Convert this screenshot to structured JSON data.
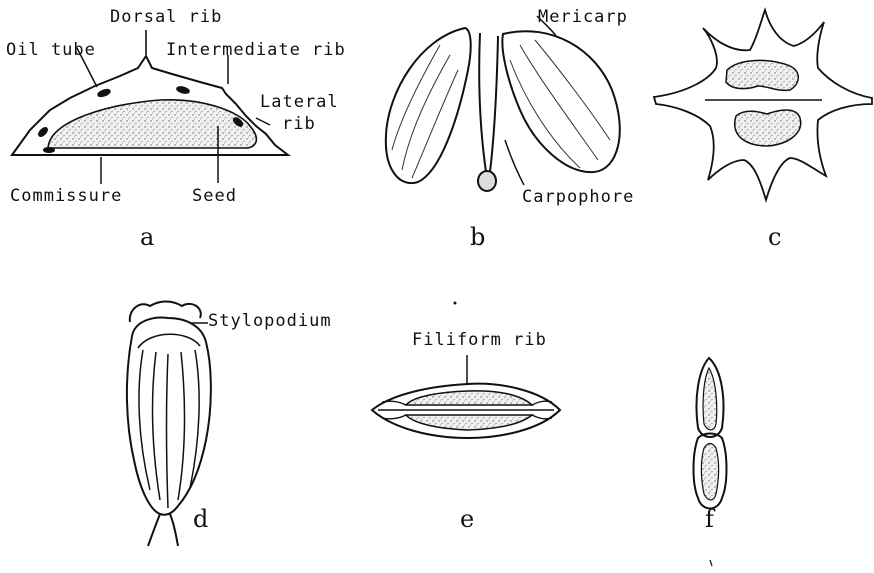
{
  "figure": {
    "panels": {
      "a": {
        "letter": "a",
        "labels": {
          "dorsal_rib": "Dorsal rib",
          "oil_tube": "Oil tube",
          "intermediate_rib": "Intermediate rib",
          "lateral_rib_line1": "Lateral",
          "lateral_rib_line2": "rib",
          "commissure": "Commissure",
          "seed": "Seed"
        }
      },
      "b": {
        "letter": "b",
        "labels": {
          "mericarp": "Mericarp",
          "carpophore": "Carpophore"
        }
      },
      "c": {
        "letter": "c"
      },
      "d": {
        "letter": "d",
        "labels": {
          "stylopodium": "Stylopodium"
        }
      },
      "e": {
        "letter": "e",
        "labels": {
          "filiform_rib": "Filiform rib"
        }
      },
      "f": {
        "letter": "f"
      }
    }
  }
}
